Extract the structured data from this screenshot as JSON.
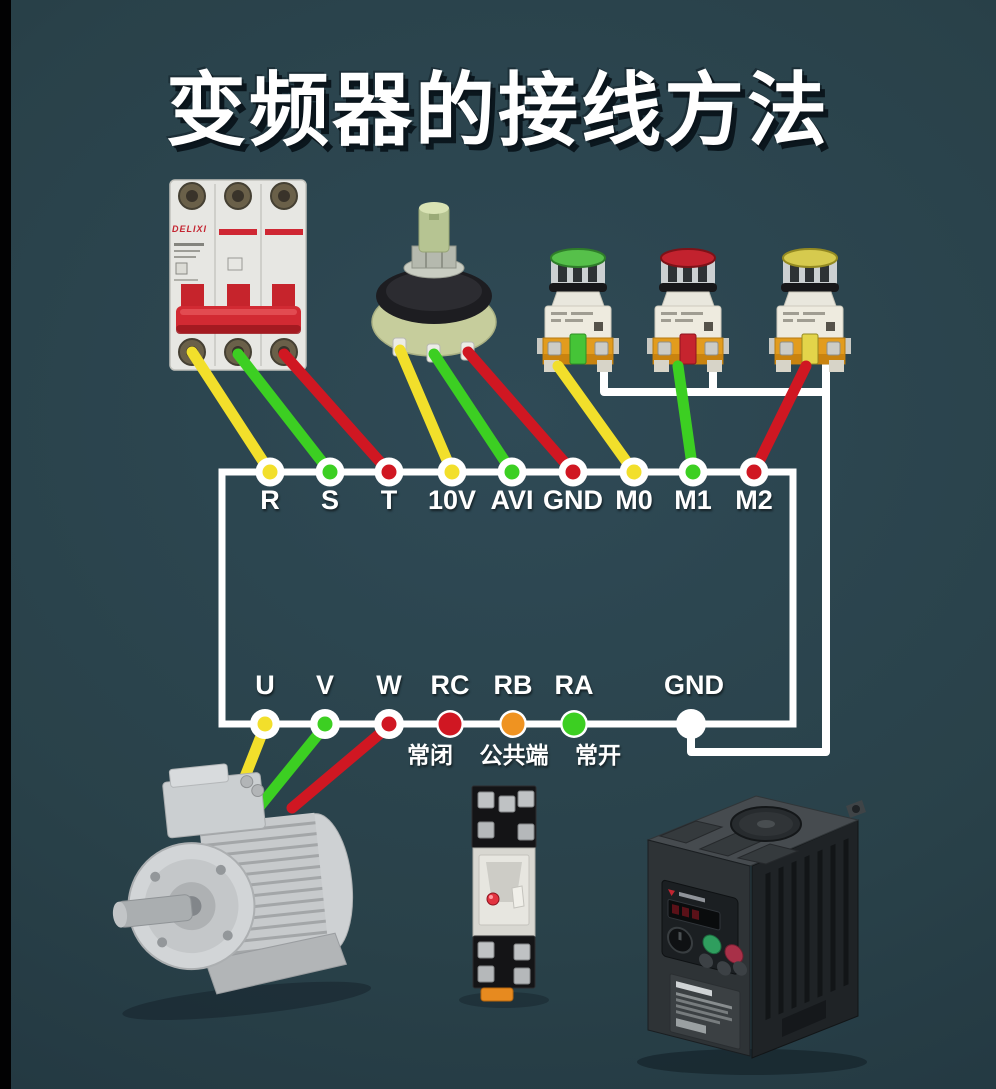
{
  "title": "变频器的接线方法",
  "breaker": {
    "brand": "DELIXI"
  },
  "terminal_strip": {
    "top": [
      {
        "label": "R",
        "wire": "yellow"
      },
      {
        "label": "S",
        "wire": "green"
      },
      {
        "label": "T",
        "wire": "red"
      },
      {
        "label": "10V",
        "wire": "yellow"
      },
      {
        "label": "AVI",
        "wire": "green"
      },
      {
        "label": "GND",
        "wire": "red"
      },
      {
        "label": "M0",
        "wire": "yellow"
      },
      {
        "label": "M1",
        "wire": "green"
      },
      {
        "label": "M2",
        "wire": "red"
      }
    ],
    "bottom": [
      {
        "label": "U",
        "wire": "yellow"
      },
      {
        "label": "V",
        "wire": "green"
      },
      {
        "label": "W",
        "wire": "red"
      },
      {
        "label": "RC",
        "dot": "red",
        "note": "常闭"
      },
      {
        "label": "RB",
        "dot": "orange",
        "note": "公共端"
      },
      {
        "label": "RA",
        "dot": "green",
        "note": "常开"
      },
      {
        "label": "GND",
        "dot": "white"
      }
    ]
  },
  "components": {
    "circuit_breaker": {
      "type": "3-pole breaker",
      "body": "#e7e7e3",
      "accent": "#d22a33"
    },
    "potentiometer": {
      "base": "#c6cd9c",
      "body": "#1d1d21"
    },
    "buttons": [
      {
        "name": "green-button",
        "cap": "#56c04a",
        "tab": "#45c437"
      },
      {
        "name": "red-button",
        "cap": "#c2222e",
        "tab": "#c6242e"
      },
      {
        "name": "yellow-button",
        "cap": "#d6ca4e",
        "tab": "#e3d54a"
      }
    ],
    "motor": {
      "body": "#c7cacc"
    },
    "relay": {
      "block": "#141416",
      "led": "#e23340",
      "clip": "#e78a1f"
    },
    "inverter": {
      "body": "#2e3336",
      "button_green": "#2f9e5e",
      "button_red": "#a83048"
    }
  },
  "palette": {
    "background": "#2a414c",
    "white": "#ffffff",
    "yellow": "#f2df2b",
    "green": "#3ccf22",
    "red": "#d01722",
    "orange": "#ef9321"
  }
}
